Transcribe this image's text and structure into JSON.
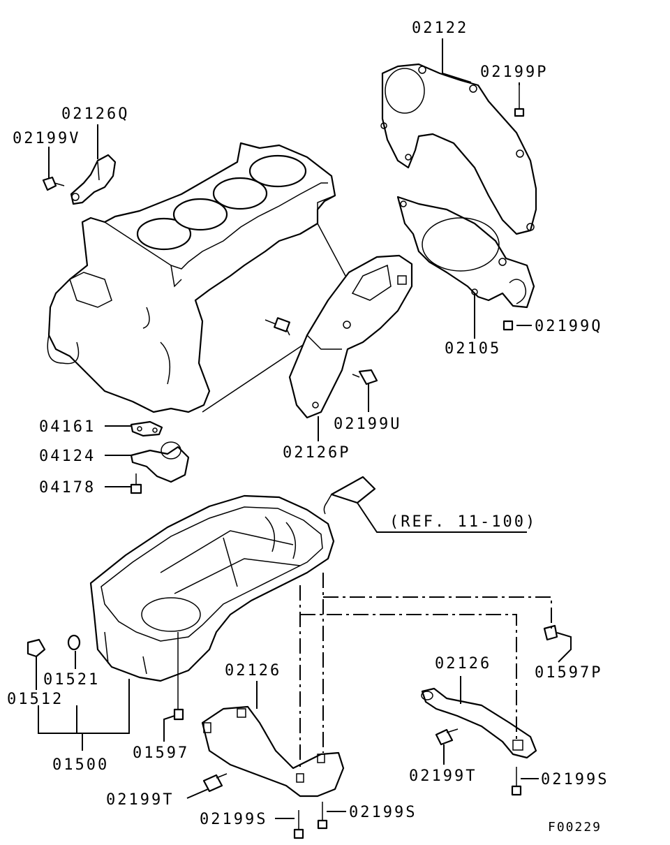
{
  "callouts": {
    "c02122": "02122",
    "c02199P": "02199P",
    "c02126Q": "02126Q",
    "c02199V": "02199V",
    "c02199Q": "02199Q",
    "c02105": "02105",
    "c02199U": "02199U",
    "c02126P": "02126P",
    "c04161": "04161",
    "c04124": "04124",
    "c04178": "04178",
    "ref": "(REF. 11-100)",
    "c01597P": "01597P",
    "c01521": "01521",
    "c01512": "01512",
    "c01500": "01500",
    "c01597": "01597",
    "c02126a": "02126",
    "c02126b": "02126",
    "c02199Ta": "02199T",
    "c02199Tb": "02199T",
    "c02199Sa": "02199S",
    "c02199Sb": "02199S",
    "c02199Sc": "02199S"
  },
  "figure_code": "F00229"
}
